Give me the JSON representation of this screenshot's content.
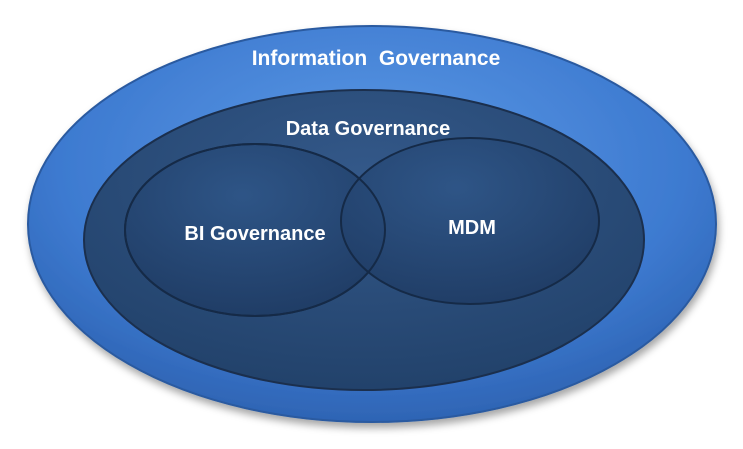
{
  "diagram": {
    "outer": {
      "label": "Information  Governance"
    },
    "middle": {
      "label": "Data Governance"
    },
    "left_circle": {
      "label": "BI Governance"
    },
    "right_circle": {
      "label": "MDM"
    }
  },
  "colors": {
    "outer_fill": "#3f7fd4",
    "middle_fill": "#2a4d7a",
    "inner_fill": "#243f66",
    "stroke": "#1b2f4d",
    "text": "#ffffff"
  }
}
